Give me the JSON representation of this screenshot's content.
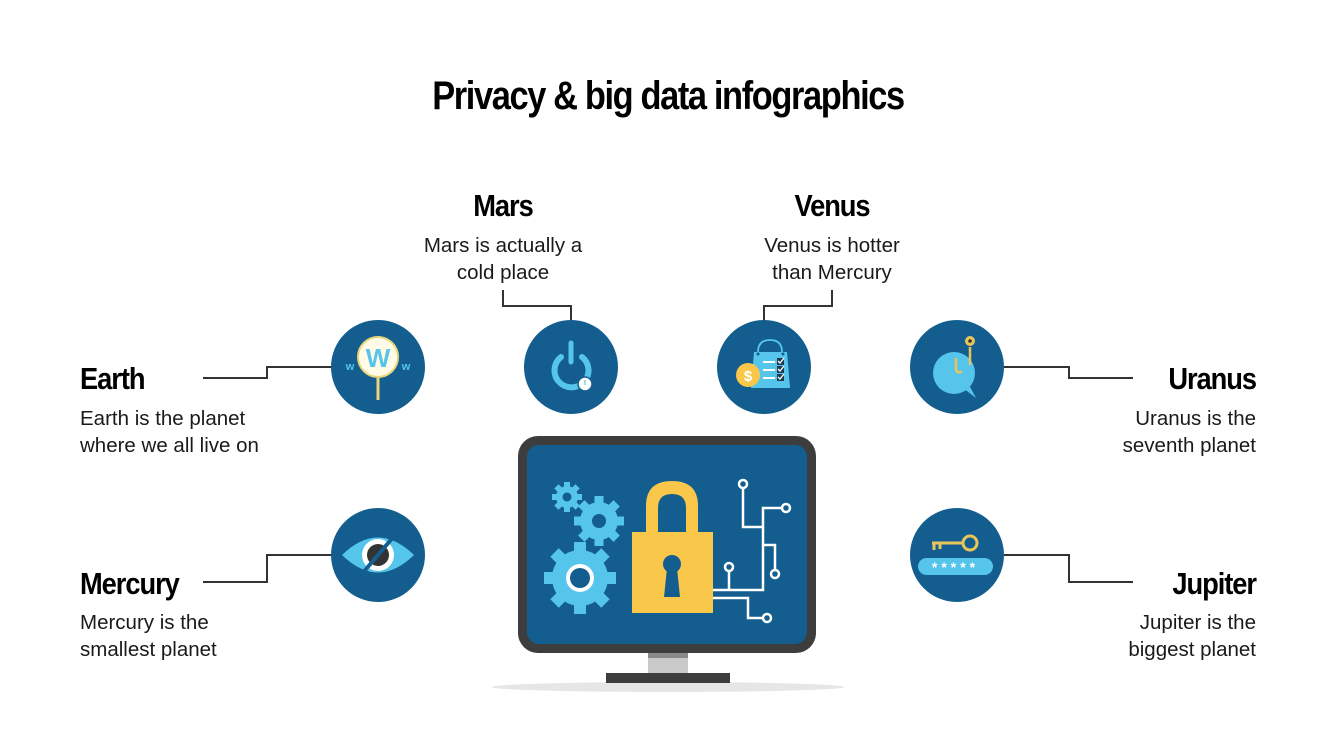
{
  "title": "Privacy & big data infographics",
  "colors": {
    "circle": "#135e8f",
    "screen": "#135e8f",
    "bezel": "#3d3d3d",
    "light_blue": "#56c5ec",
    "yellow": "#f9c84a",
    "connector": "#333333"
  },
  "items": [
    {
      "key": "earth",
      "name": "Earth",
      "line1": "Earth is the planet",
      "line2": "where we all live on",
      "icon": "magnifier-www-icon"
    },
    {
      "key": "mercury",
      "name": "Mercury",
      "line1": "Mercury is the",
      "line2": "smallest planet",
      "icon": "crossed-eye-icon"
    },
    {
      "key": "mars",
      "name": "Mars",
      "line1": "Mars is actually a",
      "line2": "cold place",
      "icon": "power-timer-icon"
    },
    {
      "key": "venus",
      "name": "Venus",
      "line1": "Venus is hotter",
      "line2": "than Mercury",
      "icon": "shopping-bag-checklist-icon"
    },
    {
      "key": "uranus",
      "name": "Uranus",
      "line1": "Uranus is the",
      "line2": "seventh planet",
      "icon": "phishing-hook-chat-icon"
    },
    {
      "key": "jupiter",
      "name": "Jupiter",
      "line1": "Jupiter is the",
      "line2": "biggest planet",
      "icon": "key-password-icon"
    }
  ],
  "center_graphic": "monitor-lock-gears-circuit-icon",
  "password_mask": "*****",
  "www_letter": "W",
  "www_small": "w",
  "dollar": "$"
}
